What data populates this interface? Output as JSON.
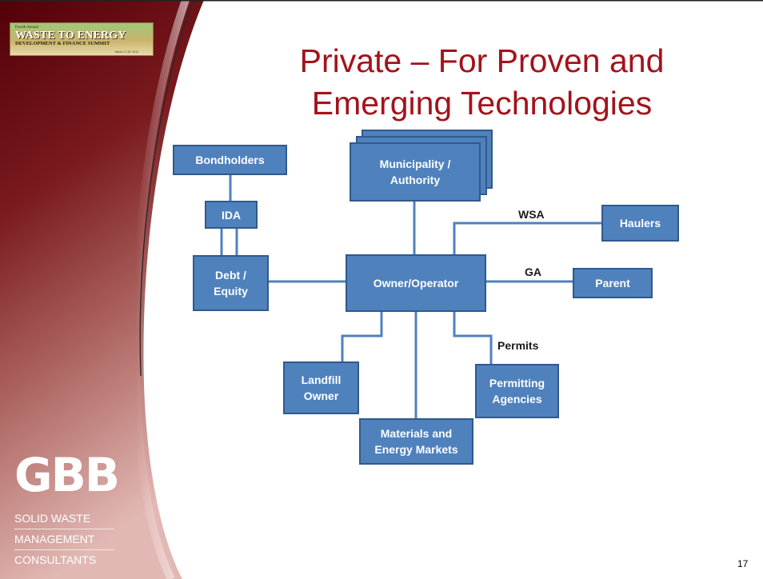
{
  "slide": {
    "title_line1": "Private – For Proven and",
    "title_line2": "Emerging Technologies",
    "page_number": "17"
  },
  "banner": {
    "small_text": "Fourth Annual",
    "main_text": "WASTE TO ENERGY",
    "sub_text": "DEVELOPMENT & FINANCE SUMMIT",
    "date_text": "March 27-28, 2012"
  },
  "logo": {
    "mark": "GBB",
    "line1": "SOLID   WASTE",
    "line2": "MANAGEMENT",
    "line3": "CONSULTANTS"
  },
  "diagram": {
    "nodes": {
      "bondholders": "Bondholders",
      "municipality": "Municipality / Authority",
      "ida": "IDA",
      "haulers": "Haulers",
      "debt_equity": "Debt / Equity",
      "owner_operator": "Owner/Operator",
      "parent": "Parent",
      "landfill_owner": "Landfill Owner",
      "permitting_agencies": "Permitting Agencies",
      "materials_energy": "Materials and Energy Markets"
    },
    "edge_labels": {
      "wsa": "WSA",
      "ga": "GA",
      "permits": "Permits"
    }
  },
  "colors": {
    "title": "#a3131b",
    "node_fill": "#4f81bd",
    "node_border": "#2f5a8c",
    "connector": "#4f81bd",
    "sidebar_dark": "#5c0a10",
    "sidebar_light": "#d8aaa8"
  }
}
